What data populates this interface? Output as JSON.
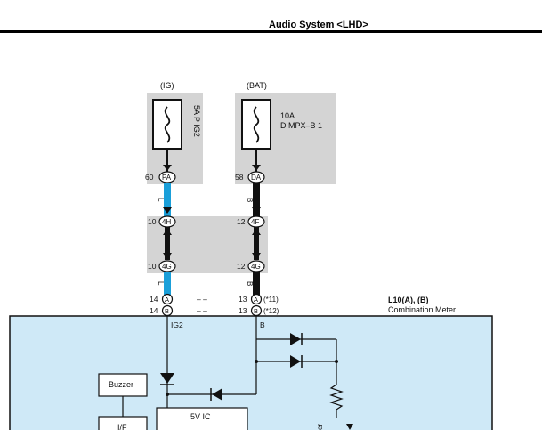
{
  "header": {
    "title": "Audio System <LHD>"
  },
  "supplies": [
    {
      "source": "(IG)",
      "fuse": "5A P IG2",
      "fuse_line2": "",
      "pin": "60",
      "conn": "PA",
      "wire": "L"
    },
    {
      "source": "(BAT)",
      "fuse": "10A",
      "fuse_line2": "D MPX–B 1",
      "pin": "58",
      "conn": "DA",
      "wire": "B"
    }
  ],
  "junction": {
    "left_top_pin": "10",
    "left_top_conn": "4H",
    "left_bot_pin": "10",
    "left_bot_conn": "4G",
    "right_top_pin": "12",
    "right_top_conn": "4F",
    "right_bot_pin": "12",
    "right_bot_conn": "4G",
    "left_wire": "L",
    "right_wire": "B"
  },
  "meter_pins": {
    "a_left": "14",
    "a_conn": "A",
    "a_dash": "– –",
    "a_right": "13",
    "a_right_conn": "A",
    "a_tag": "(*11)",
    "b_left": "14",
    "b_conn": "B",
    "b_dash": "– –",
    "b_right": "13",
    "b_right_conn": "B",
    "b_tag": "(*12)"
  },
  "meter": {
    "id": "L10(A), (B)",
    "name": "Combination Meter",
    "ig2_label": "IG2",
    "b_label": "B",
    "buzzer": "Buzzer",
    "ic": "5V IC",
    "if_label": "I/F",
    "partial_label": "er"
  },
  "colors": {
    "gray_box": "#d4d4d4",
    "meter_fill": "#cfe9f7",
    "wire_blue": "#1a9fd9",
    "wire_black": "#111111"
  }
}
